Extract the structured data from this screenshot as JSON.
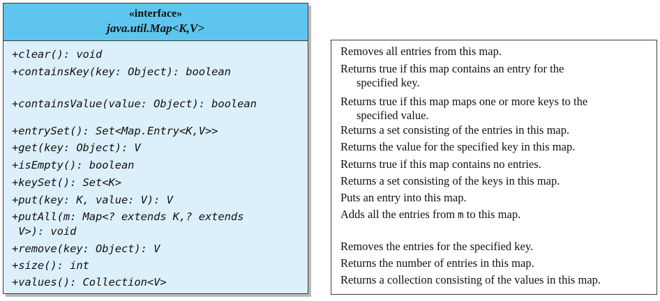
{
  "interface": {
    "stereotype": "«interface»",
    "name": "java.util.Map<K,V>"
  },
  "methods": [
    "+clear(): void",
    "+containsKey(key: Object): boolean",
    "+containsValue(value: Object): boolean",
    "+entrySet(): Set<Map.Entry<K,V>>",
    "+get(key: Object): V",
    "+isEmpty(): boolean",
    "+keySet(): Set<K>",
    "+put(key: K, value: V): V",
    "+putAll(m: Map<? extends K,? extends",
    " V>): void",
    "+remove(key: Object): V",
    "+size(): int",
    "+values(): Collection<V>"
  ],
  "descriptions": [
    "Removes all entries from this map.",
    "Returns true if this map contains an entry for the",
    "specified key.",
    "Returns true if this map maps one or more keys to the",
    "specified value.",
    "Returns a set consisting of the entries in this map.",
    "Returns the value for the specified key in this map.",
    "Returns true if this map contains no entries.",
    "Returns a set consisting of the keys in this map.",
    "Puts an entry into this map.",
    "Adds all the entries from ",
    "m",
    " to this map.",
    "Removes the entries for the specified key.",
    "Returns the number of entries in this map.",
    "Returns a collection consisting of the values in this map."
  ]
}
